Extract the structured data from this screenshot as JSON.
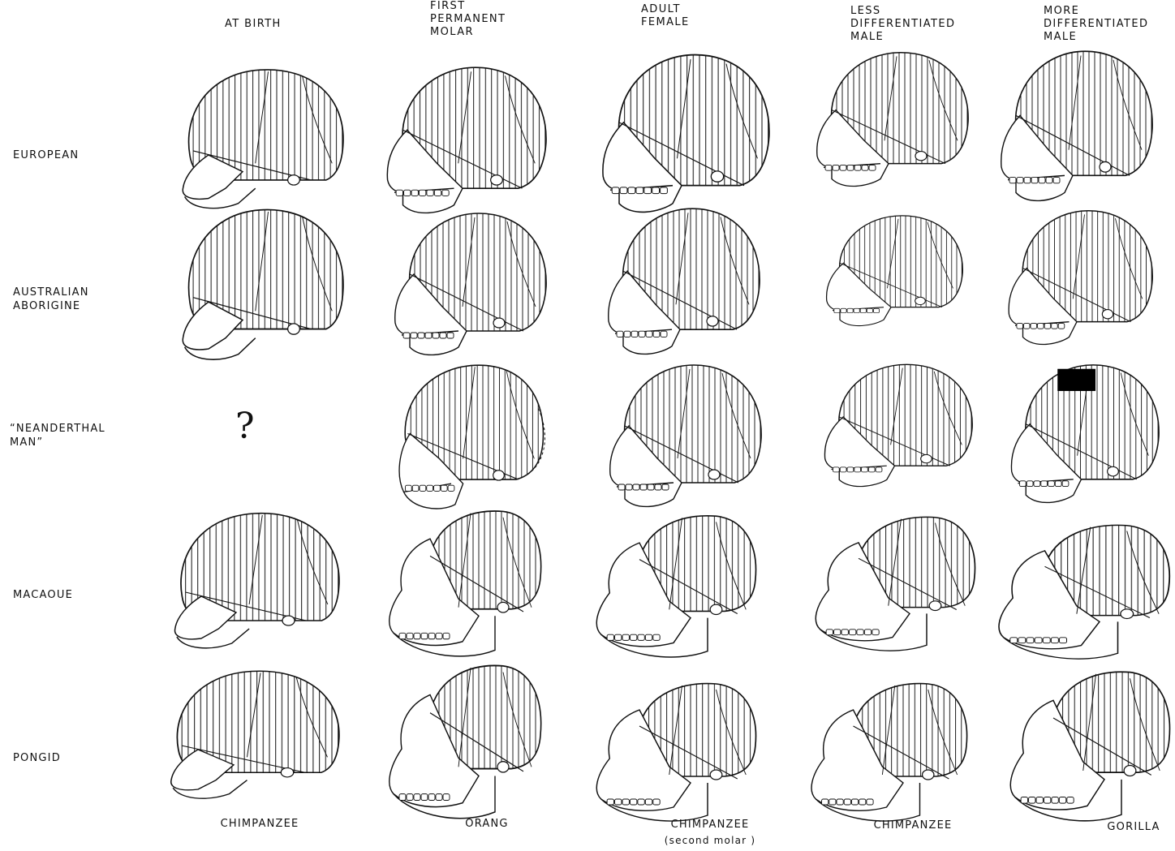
{
  "columns": [
    {
      "id": "at-birth",
      "lines": [
        "AT BIRTH"
      ]
    },
    {
      "id": "first-permanent-molar",
      "lines": [
        "FIRST",
        "PERMANENT",
        "MOLAR"
      ]
    },
    {
      "id": "adult-female",
      "lines": [
        "ADULT",
        "FEMALE"
      ]
    },
    {
      "id": "less-differentiated-male",
      "lines": [
        "LESS",
        "DIFFERENTIATED",
        "MALE"
      ]
    },
    {
      "id": "more-differentiated-male",
      "lines": [
        "MORE",
        "DIFFERENTIATED",
        "MALE"
      ]
    }
  ],
  "rows": [
    {
      "id": "european",
      "lines": [
        "EUROPEAN"
      ]
    },
    {
      "id": "australian-aborigine",
      "lines": [
        "AUSTRALIAN",
        "ABORIGINE"
      ]
    },
    {
      "id": "neanderthal-man",
      "lines": [
        "“NEANDERTHAL",
        "MAN”"
      ]
    },
    {
      "id": "macaque",
      "lines": [
        "MACAOUE"
      ]
    },
    {
      "id": "pongid",
      "lines": [
        "PONGID"
      ]
    }
  ],
  "unknown_marker": "?",
  "pongid_captions": [
    "CHIMPANZEE",
    "ORANG",
    "CHIMPANZEE",
    "CHIMPANZEE",
    "GORILLA"
  ],
  "pongid_subcaption": "(second molar )",
  "colors": {
    "ink": "#111111",
    "paper": "#ffffff",
    "hatch": "#222222",
    "fill_black": "#000000"
  }
}
